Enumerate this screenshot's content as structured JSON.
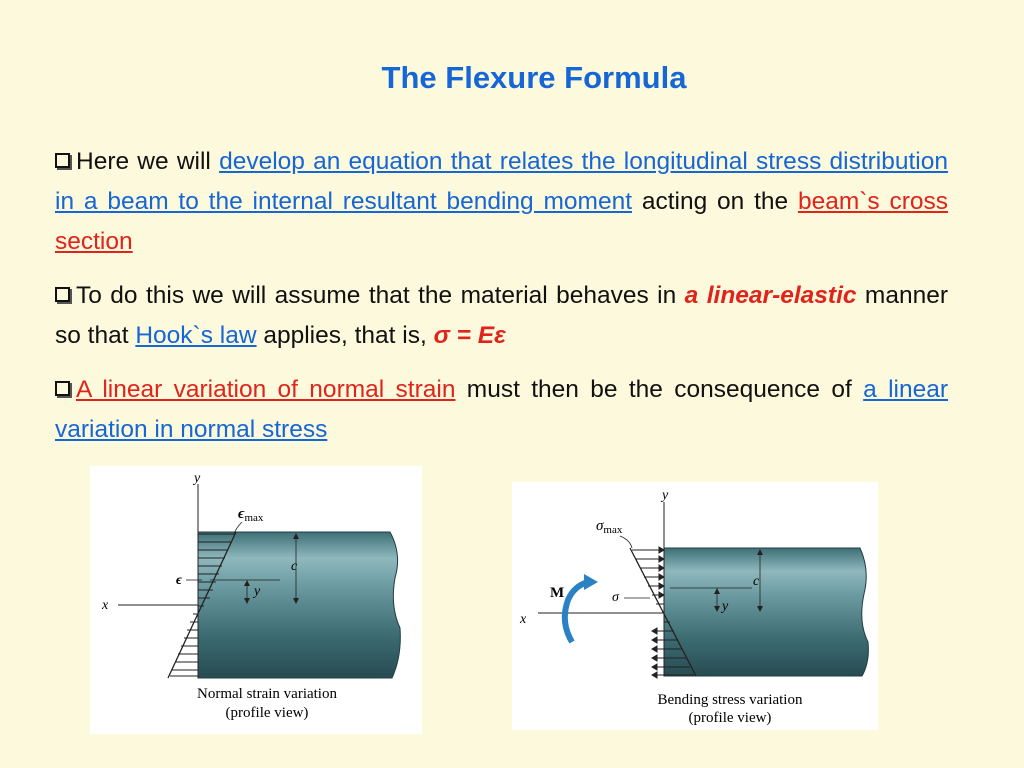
{
  "title": "The Flexure Formula",
  "bullets": [
    {
      "t1": "Here we will ",
      "link1": "develop an equation that relates the longitudinal stress distribution in a beam to the internal resultant bending moment",
      "t2": " acting on the ",
      "link2": "beam`s cross section"
    },
    {
      "t1": "To do this we will assume that the material behaves in ",
      "em1": "a linear-elastic",
      "t2": " manner so that ",
      "link1": "Hook`s law",
      "t3": " applies, that is, ",
      "em2": "σ = Eε"
    },
    {
      "link1": "A linear variation of normal strain",
      "t1": " must then be the consequence of ",
      "link2": "a linear variation in normal stress"
    }
  ],
  "fig1": {
    "y_label": "y",
    "x_label": "x",
    "emax_label": "ϵ",
    "emax_sub": "max",
    "e_label": "ϵ",
    "c_label": "c",
    "yy_label": "y",
    "caption1": "Normal strain variation",
    "caption2": "(profile view)"
  },
  "fig2": {
    "y_label": "y",
    "x_label": "x",
    "smax_label": "σ",
    "smax_sub": "max",
    "s_label": "σ",
    "m_label": "M",
    "c_label": "c",
    "yy_label": "y",
    "caption1": "Bending stress variation",
    "caption2": "(profile view)"
  }
}
